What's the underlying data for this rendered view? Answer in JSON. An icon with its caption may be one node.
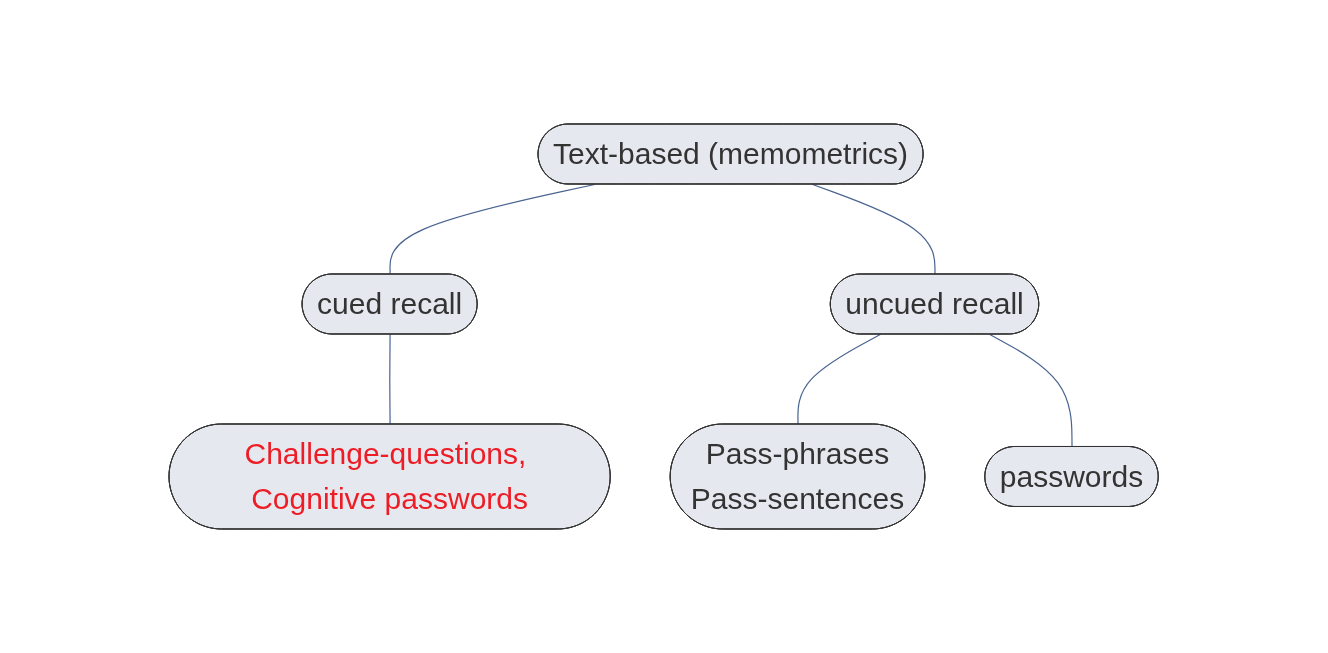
{
  "diagram": {
    "nodes": [
      {
        "text": [
          "Text-based (memometrics)"
        ]
      },
      {
        "text": [
          "cued recall"
        ]
      },
      {
        "text": [
          "uncued recall"
        ]
      },
      {
        "text": [
          "Challenge-questions, Cognitive passwords"
        ]
      },
      {
        "text": [
          "Pass-phrases",
          "Pass-sentences"
        ]
      },
      {
        "text": [
          "passwords"
        ]
      }
    ],
    "edges": [
      {
        "from": 0,
        "to": 1,
        "arrow": "none"
      },
      {
        "from": 0,
        "to": 2,
        "arrow": "none"
      },
      {
        "from": 1,
        "to": 3,
        "arrow": "none"
      },
      {
        "from": 2,
        "to": 4,
        "arrow": "none"
      },
      {
        "from": 2,
        "to": 5,
        "arrow": "none"
      }
    ]
  }
}
